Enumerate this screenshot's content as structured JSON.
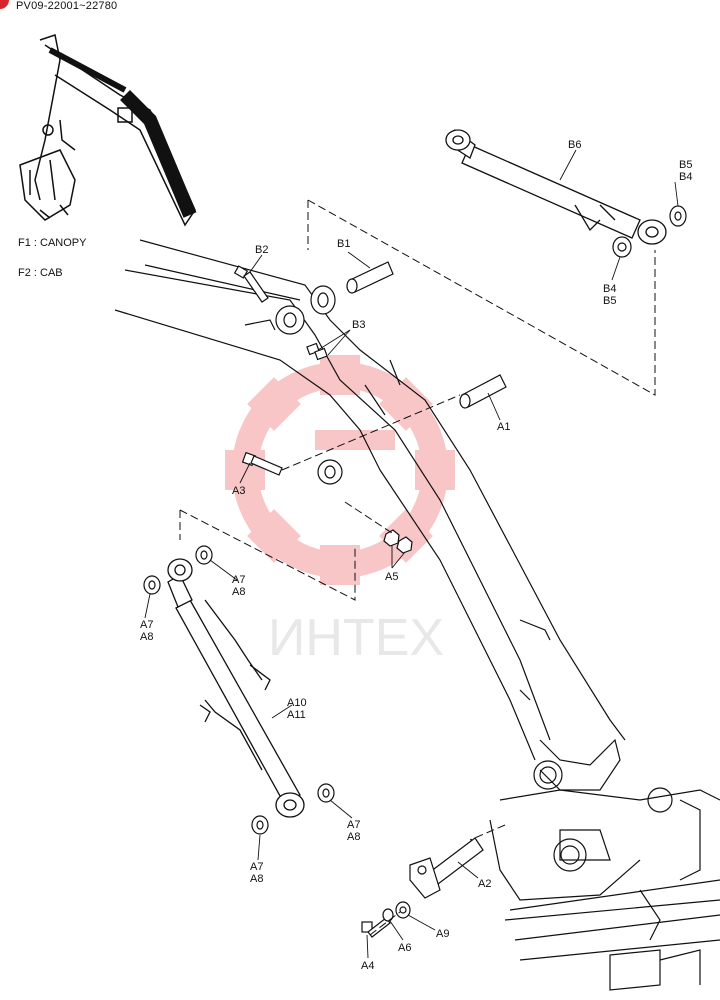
{
  "header": {
    "serial_range": "PV09-22001~22780"
  },
  "legend": {
    "f1": "F1 : CANOPY",
    "f2": "F2 : CAB"
  },
  "watermark": {
    "text": "ИНТЕХ",
    "color": "#f08c8c"
  },
  "labels": {
    "b1": "B1",
    "b2": "B2",
    "b3": "B3",
    "b6": "B6",
    "b5_top": "B5",
    "b4_top": "B4",
    "b4_bottom": "B4",
    "b5_bottom": "B5",
    "a1": "A1",
    "a2": "A2",
    "a3": "A3",
    "a4": "A4",
    "a5": "A5",
    "a6": "A6",
    "a9": "A9",
    "a7_l": "A7",
    "a8_l": "A8",
    "a7_r": "A7",
    "a8_r": "A8",
    "a7_br": "A7",
    "a8_br": "A8",
    "a7_bl": "A7",
    "a8_bl": "A8",
    "a10": "A10",
    "a11": "A11"
  }
}
